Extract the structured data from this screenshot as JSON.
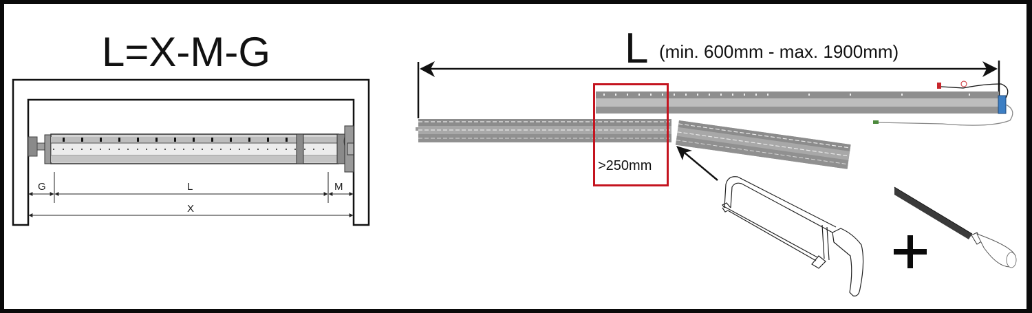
{
  "left_panel": {
    "formula": "L=X-M-G",
    "dimension_labels": {
      "G": "G",
      "L": "L",
      "M": "M",
      "X": "X"
    }
  },
  "right_panel": {
    "length_label": "L",
    "length_range": "(min. 600mm - max. 1900mm)",
    "cut_label": ">250mm"
  },
  "colors": {
    "frame": "#0a0a0a",
    "highlight_box": "#c4141f",
    "profile_gray": "#8e8e8e",
    "profile_light": "#bdbdbd",
    "connector_blue": "#3d7fc4"
  },
  "icons": [
    "roller-tube-icon",
    "rail-profile-icon",
    "hacksaw-icon",
    "file-tool-icon",
    "plus-icon",
    "arrow-icon"
  ]
}
